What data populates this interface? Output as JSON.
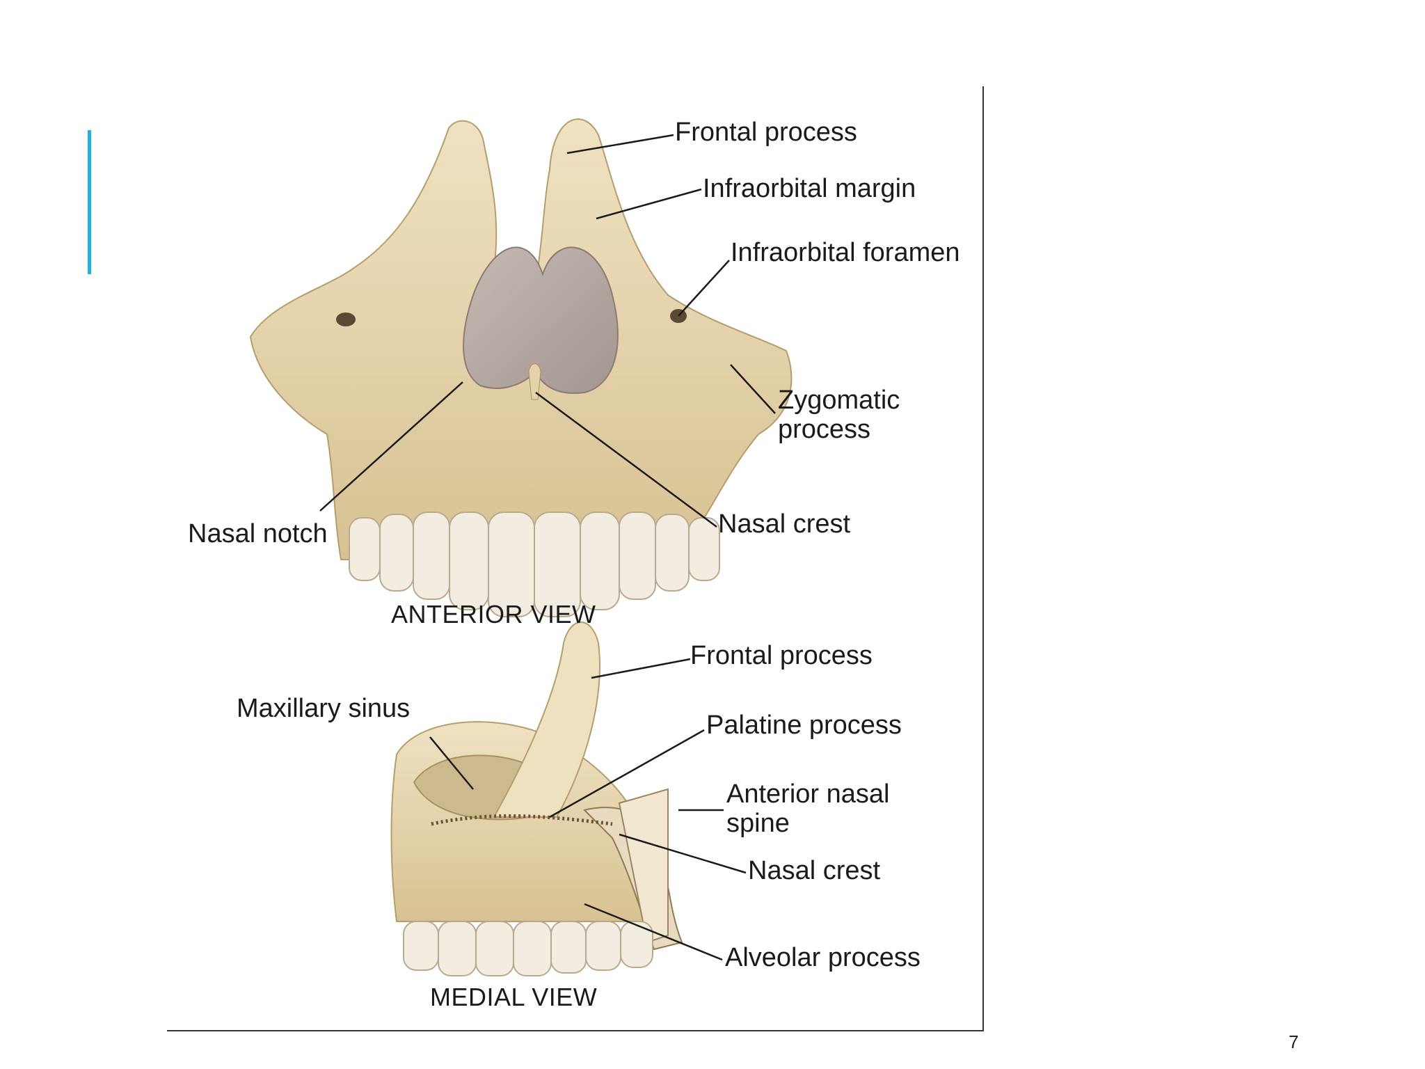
{
  "slide": {
    "page_number": "7"
  },
  "colors": {
    "accent": "#1fb3e0",
    "bone": "#e6d6b0",
    "bone_shadow": "#c9b27f",
    "cavity": "#b9aca6",
    "tooth": "#f2ece0"
  },
  "anterior_view": {
    "title": "ANTERIOR VIEW",
    "labels": {
      "frontal_process": "Frontal process",
      "infraorbital_margin": "Infraorbital margin",
      "infraorbital_foramen": "Infraorbital foramen",
      "zygomatic_process": "Zygomatic\nprocess",
      "nasal_notch": "Nasal notch",
      "nasal_crest": "Nasal crest"
    }
  },
  "medial_view": {
    "title": "MEDIAL VIEW",
    "labels": {
      "frontal_process": "Frontal process",
      "maxillary_sinus": "Maxillary sinus",
      "palatine_process": "Palatine process",
      "anterior_nasal_spine": "Anterior nasal\nspine",
      "nasal_crest": "Nasal crest",
      "alveolar_process": "Alveolar process"
    }
  }
}
